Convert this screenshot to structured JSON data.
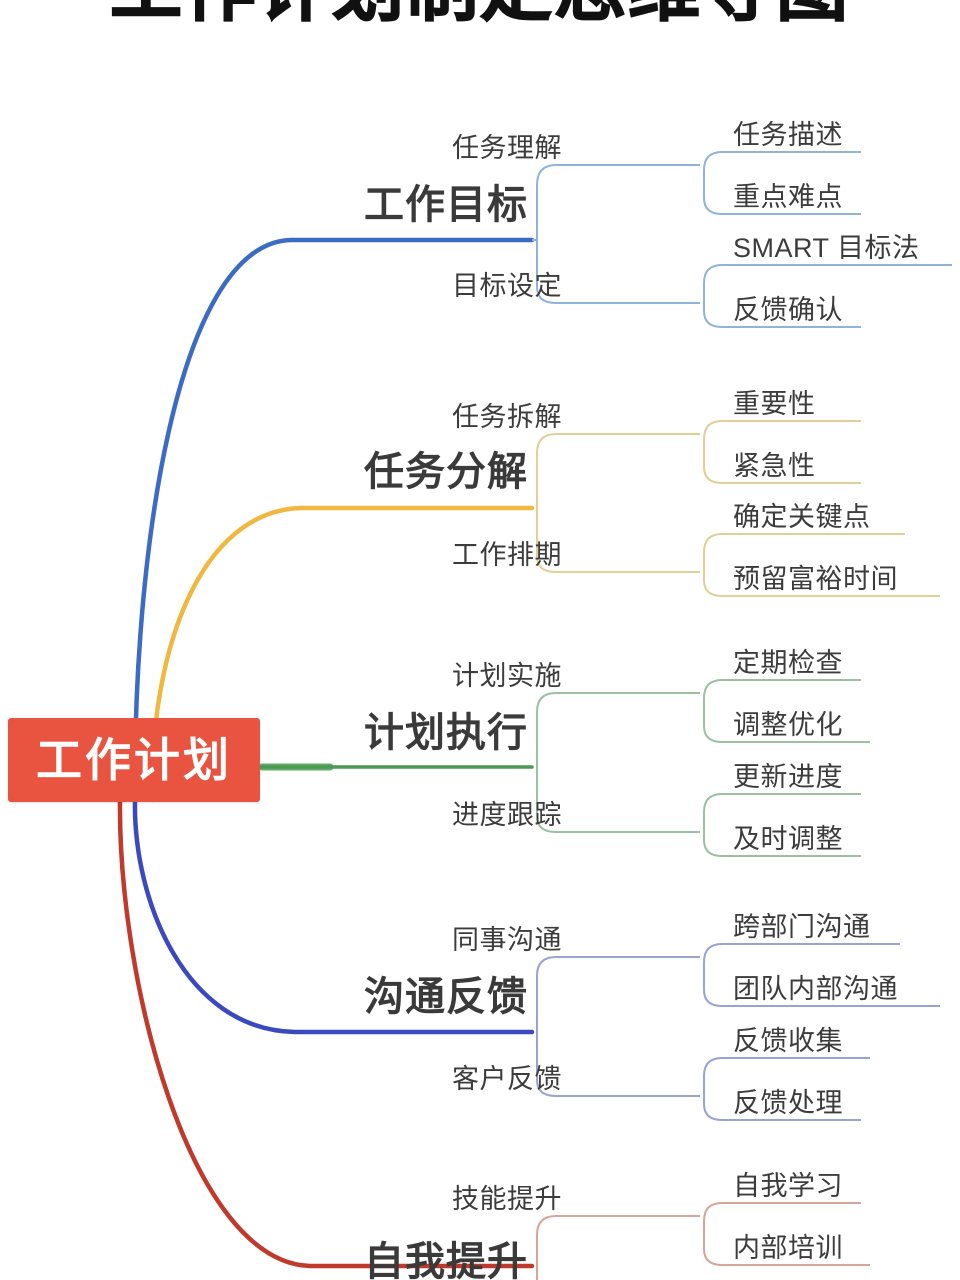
{
  "title": "工作计划制定思维导图",
  "root": {
    "label": "工作计划",
    "color": "#e8543f",
    "text_color": "#ffffff"
  },
  "colors": {
    "branch_1": "#3b6bc4",
    "branch_2": "#f0b840",
    "branch_3": "#4a9a54",
    "branch_4": "#3a49c0",
    "branch_5": "#c0392b",
    "label_text": "#3a3a3a",
    "leaf_text": "#3c3c3c",
    "background": "#ffffff"
  },
  "branches": [
    {
      "label": "工作目标",
      "color": "#3b6bc4",
      "subs": [
        {
          "label": "任务理解",
          "leaves": [
            "任务描述",
            "重点难点"
          ]
        },
        {
          "label": "目标设定",
          "leaves": [
            "SMART 目标法",
            "反馈确认"
          ]
        }
      ]
    },
    {
      "label": "任务分解",
      "color": "#f0b840",
      "subs": [
        {
          "label": "任务拆解",
          "leaves": [
            "重要性",
            "紧急性"
          ]
        },
        {
          "label": "工作排期",
          "leaves": [
            "确定关键点",
            "预留富裕时间"
          ]
        }
      ]
    },
    {
      "label": "计划执行",
      "color": "#4a9a54",
      "subs": [
        {
          "label": "计划实施",
          "leaves": [
            "定期检查",
            "调整优化"
          ]
        },
        {
          "label": "进度跟踪",
          "leaves": [
            "更新进度",
            "及时调整"
          ]
        }
      ]
    },
    {
      "label": "沟通反馈",
      "color": "#3a49c0",
      "subs": [
        {
          "label": "同事沟通",
          "leaves": [
            "跨部门沟通",
            "团队内部沟通"
          ]
        },
        {
          "label": "客户反馈",
          "leaves": [
            "反馈收集",
            "反馈处理"
          ]
        }
      ]
    },
    {
      "label": "自我提升",
      "color": "#c0392b",
      "subs": [
        {
          "label": "技能提升",
          "leaves": [
            "自我学习",
            "内部培训"
          ]
        }
      ]
    }
  ]
}
